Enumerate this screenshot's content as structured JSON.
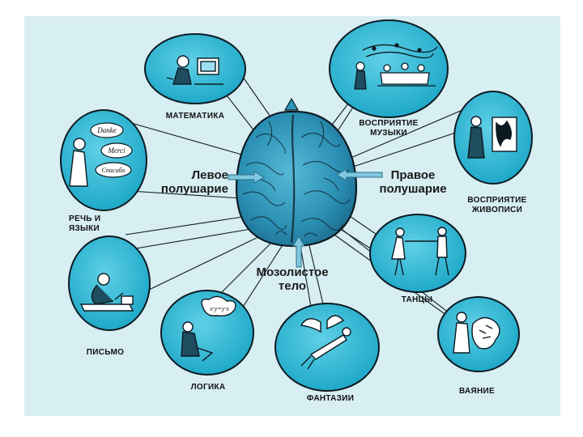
{
  "colors": {
    "background": "#d7eef2",
    "bubble_fill": "#2fb8d4",
    "brain_fill": "#2a95b8",
    "outline": "#0d1a22",
    "arrow": "#7fc8e0"
  },
  "center": {
    "left_hemisphere": [
      "Левое",
      "полушарие"
    ],
    "right_hemisphere": [
      "Правое",
      "полушарие"
    ],
    "corpus_callosum": [
      "Мозолистое",
      "тело"
    ]
  },
  "bubbles": [
    {
      "id": "math",
      "icon": "person-at-computer-icon",
      "label": [
        "МАТЕМАТИКА"
      ],
      "bubble_text": []
    },
    {
      "id": "music",
      "icon": "orchestra-icon",
      "label": [
        "ВОСПРИЯТИЕ",
        "МУЗЫКИ"
      ],
      "bubble_text": []
    },
    {
      "id": "painting",
      "icon": "person-viewing-painting-icon",
      "label": [
        "ВОСПРИЯТИЕ",
        "ЖИВОПИСИ"
      ],
      "bubble_text": []
    },
    {
      "id": "speech",
      "icon": "speaking-person-icon",
      "label": [
        "РЕЧЬ И",
        "ЯЗЫКИ"
      ],
      "bubble_text": [
        "Danke",
        "Merci",
        "Спасибо"
      ]
    },
    {
      "id": "dance",
      "icon": "dancing-couple-icon",
      "label": [
        "ТАНЦЫ"
      ],
      "bubble_text": []
    },
    {
      "id": "writing",
      "icon": "writing-person-icon",
      "label": [
        "ПИСЬМО"
      ],
      "bubble_text": []
    },
    {
      "id": "logic",
      "icon": "thinking-person-icon",
      "label": [
        "ЛОГИКА"
      ],
      "bubble_text": [
        "x·y=y·x"
      ]
    },
    {
      "id": "fantasy",
      "icon": "flying-fairy-icon",
      "label": [
        "ФАНТАЗИИ"
      ],
      "bubble_text": []
    },
    {
      "id": "sculpture",
      "icon": "sculptor-icon",
      "label": [
        "ВАЯНИЕ"
      ],
      "bubble_text": []
    }
  ]
}
